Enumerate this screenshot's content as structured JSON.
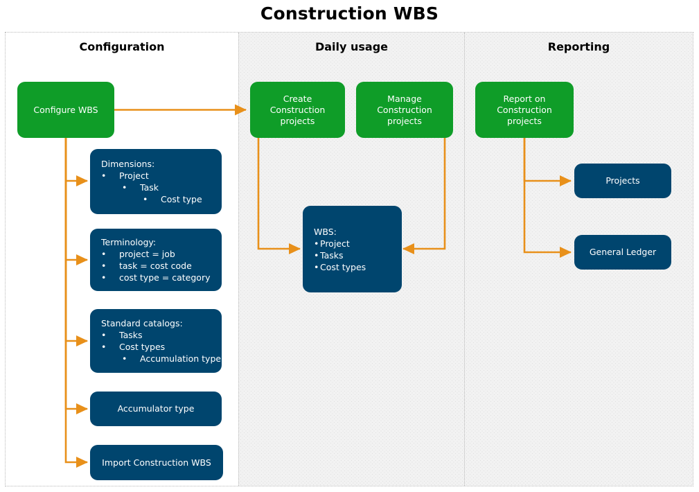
{
  "title": "Construction WBS",
  "colors": {
    "green": "#0f9d28",
    "blue": "#00456e",
    "arrow": "#e8901a",
    "lane_shaded": "#f2f2f2",
    "lane_border": "#b9b9b9"
  },
  "lanes": [
    {
      "key": "configuration",
      "title": "Configuration",
      "shaded": false
    },
    {
      "key": "daily_usage",
      "title": "Daily usage",
      "shaded": true
    },
    {
      "key": "reporting",
      "title": "Reporting",
      "shaded": true
    }
  ],
  "nodes": {
    "configure_wbs": {
      "label": "Configure WBS",
      "color": "green"
    },
    "dimensions": {
      "head": "Dimensions:",
      "items": [
        {
          "text": "Project",
          "level": 1
        },
        {
          "text": "Task",
          "level": 2
        },
        {
          "text": "Cost type",
          "level": 3
        }
      ]
    },
    "terminology": {
      "head": "Terminology:",
      "items": [
        {
          "text": "project = job",
          "level": 1
        },
        {
          "text": "task = cost code",
          "level": 1
        },
        {
          "text": "cost type = category",
          "level": 1
        }
      ]
    },
    "standard_catalogs": {
      "head": "Standard catalogs:",
      "items": [
        {
          "text": "Tasks",
          "level": 1
        },
        {
          "text": "Cost types",
          "level": 1
        },
        {
          "text": "Accumulation type",
          "level": 2
        }
      ]
    },
    "accumulator_type": {
      "label": "Accumulator type",
      "color": "blue"
    },
    "import_wbs": {
      "label": "Import Construction WBS",
      "color": "blue"
    },
    "create_projects": {
      "label": "Create\nConstruction\nprojects",
      "color": "green"
    },
    "manage_projects": {
      "label": "Manage\nConstruction\nprojects",
      "color": "green"
    },
    "wbs": {
      "head": "WBS:",
      "items": [
        {
          "text": "Project",
          "level": 1
        },
        {
          "text": "Tasks",
          "level": 1
        },
        {
          "text": "Cost types",
          "level": 1
        }
      ]
    },
    "report_projects": {
      "label": "Report on\nConstruction\nprojects",
      "color": "green"
    },
    "projects": {
      "label": "Projects",
      "color": "blue"
    },
    "general_ledger": {
      "label": "General Ledger",
      "color": "blue"
    }
  },
  "node_text": {
    "configure_wbs": "Configure WBS",
    "dimensions_head": "Dimensions:",
    "dimensions_1": "Project",
    "dimensions_2": "Task",
    "dimensions_3": "Cost type",
    "terminology_head": "Terminology:",
    "terminology_1": "project = job",
    "terminology_2": "task = cost code",
    "terminology_3": "cost type = category",
    "catalogs_head": "Standard catalogs:",
    "catalogs_1": "Tasks",
    "catalogs_2": "Cost types",
    "catalogs_3": "Accumulation type",
    "accumulator_type": "Accumulator type",
    "import_wbs": "Import Construction WBS",
    "create_l1": "Create",
    "create_l2": "Construction",
    "create_l3": "projects",
    "manage_l1": "Manage",
    "manage_l2": "Construction",
    "manage_l3": "projects",
    "wbs_head": "WBS:",
    "wbs_1": "Project",
    "wbs_2": "Tasks",
    "wbs_3": "Cost types",
    "report_l1": "Report on",
    "report_l2": "Construction",
    "report_l3": "projects",
    "projects": "Projects",
    "general_ledger": "General Ledger"
  },
  "edges": [
    {
      "from": "configure_wbs",
      "to": "create_projects"
    },
    {
      "from": "configure_wbs",
      "to": "dimensions"
    },
    {
      "from": "configure_wbs",
      "to": "terminology"
    },
    {
      "from": "configure_wbs",
      "to": "standard_catalogs"
    },
    {
      "from": "configure_wbs",
      "to": "accumulator_type"
    },
    {
      "from": "configure_wbs",
      "to": "import_wbs"
    },
    {
      "from": "create_projects",
      "to": "wbs"
    },
    {
      "from": "manage_projects",
      "to": "wbs"
    },
    {
      "from": "report_projects",
      "to": "projects"
    },
    {
      "from": "report_projects",
      "to": "general_ledger"
    }
  ]
}
